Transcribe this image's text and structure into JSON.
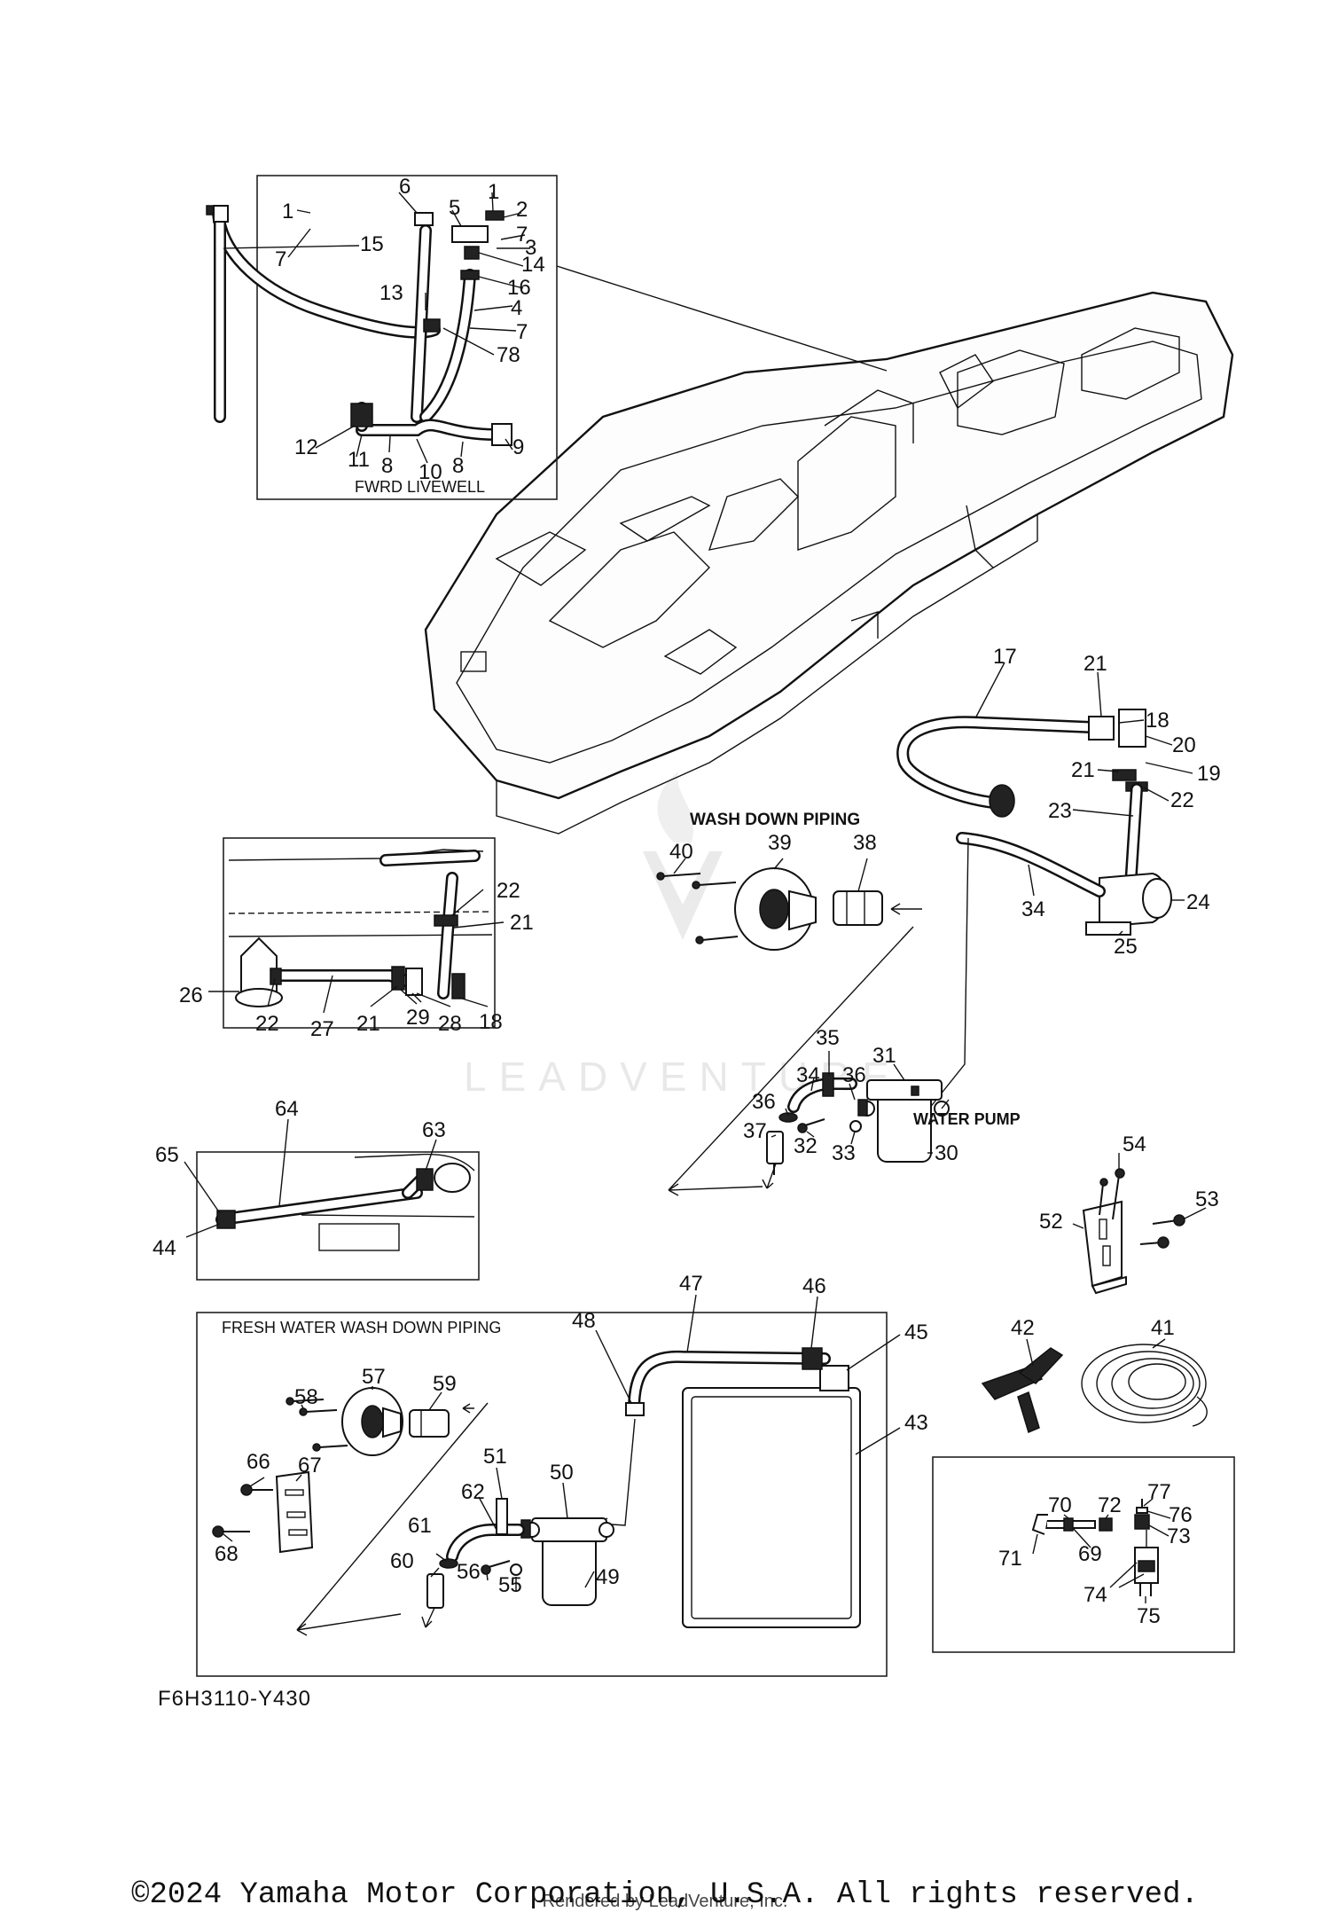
{
  "diagram": {
    "code": "F6H3110-Y430",
    "watermark": "LEADVENTURE"
  },
  "sections": {
    "fwrd_livewell": "FWRD LIVEWELL",
    "wash_down": "WASH DOWN PIPING",
    "fresh_water": "FRESH WATER WASH DOWN PIPING",
    "water_pump": "WATER PUMP"
  },
  "callouts": [
    "1",
    "2",
    "3",
    "4",
    "5",
    "6",
    "7",
    "8",
    "9",
    "10",
    "11",
    "12",
    "13",
    "14",
    "15",
    "16",
    "17",
    "18",
    "19",
    "20",
    "21",
    "22",
    "23",
    "24",
    "25",
    "26",
    "27",
    "28",
    "29",
    "30",
    "31",
    "32",
    "33",
    "34",
    "35",
    "36",
    "37",
    "38",
    "39",
    "40",
    "41",
    "42",
    "43",
    "44",
    "45",
    "46",
    "47",
    "48",
    "49",
    "50",
    "51",
    "52",
    "53",
    "54",
    "55",
    "56",
    "57",
    "58",
    "59",
    "60",
    "61",
    "62",
    "63",
    "64",
    "65",
    "66",
    "67",
    "68",
    "69",
    "70",
    "71",
    "72",
    "73",
    "74",
    "75",
    "76",
    "77",
    "78"
  ],
  "footer": {
    "copyright": "©2024 Yamaha Motor Corporation, U.S.A. All rights reserved.",
    "rendered_by": "Rendered by LeadVenture, Inc."
  }
}
